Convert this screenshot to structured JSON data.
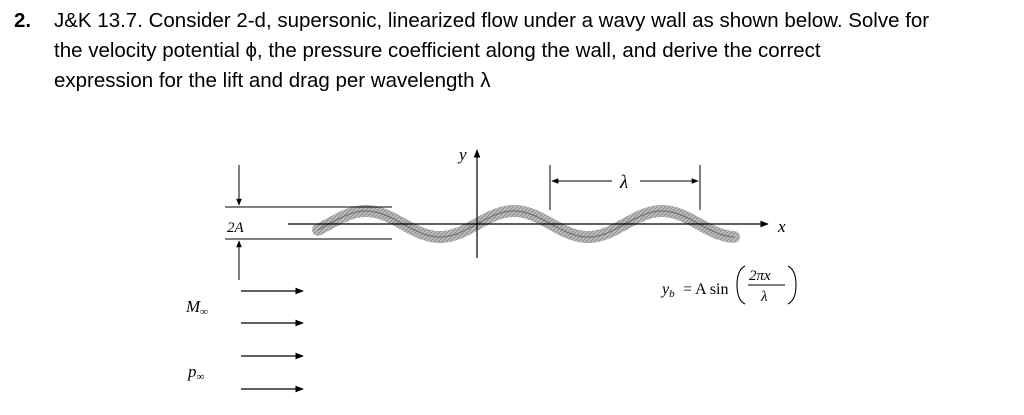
{
  "problem": {
    "number": "2.",
    "lines": [
      "J&K 13.7. Consider 2-d, supersonic, linearized flow under a wavy wall as shown below. Solve for",
      "the velocity potential ϕ, the pressure coefficient along the wall, and derive the correct",
      "expression for the lift and drag per wavelength λ"
    ]
  },
  "figure": {
    "y_axis_label": "y",
    "x_axis_label": "x",
    "wavelength_label": "λ",
    "amplitude_label": "2A",
    "mach_label": "M",
    "mach_subscript": "∞",
    "pressure_label": "p",
    "pressure_subscript": "∞",
    "equation": {
      "lhs": "y",
      "lhs_subscript": "b",
      "equals_part": "= A sin",
      "numerator": "2πx",
      "denominator": "λ"
    }
  }
}
